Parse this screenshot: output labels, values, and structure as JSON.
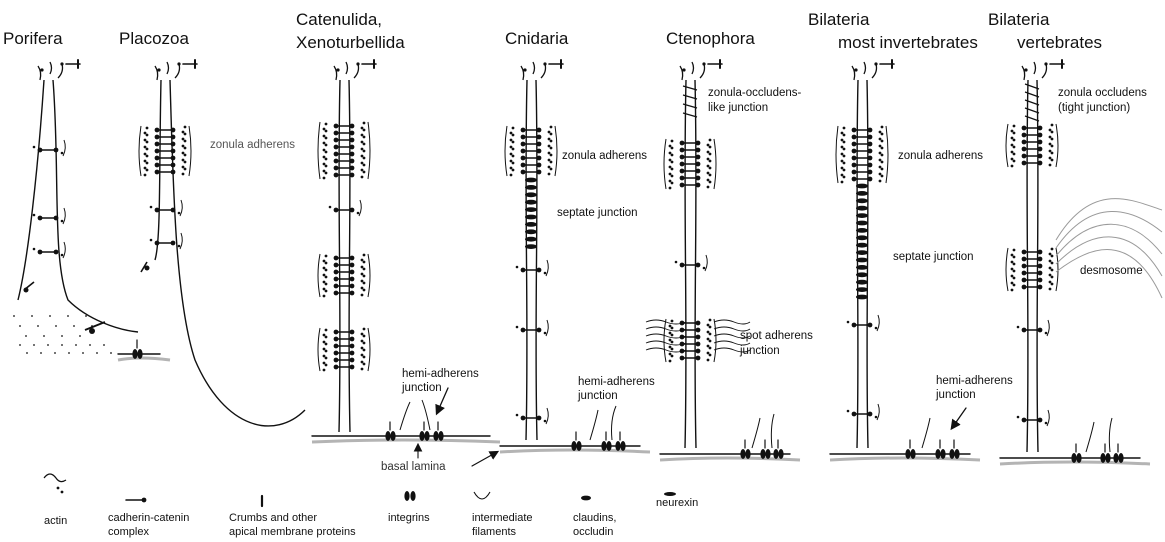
{
  "headers": {
    "porifera": "Porifera",
    "placozoa": "Placozoa",
    "catenulida_1": "Catenulida,",
    "catenulida_2": "Xenoturbellida",
    "cnidaria": "Cnidaria",
    "ctenophora": "Ctenophora",
    "bilat_inv_1": "Bilateria",
    "bilat_inv_2": "most invertebrates",
    "bilat_vert_1": "Bilateria",
    "bilat_vert_2": "vertebrates"
  },
  "labels": {
    "zonula_adherens": "zonula adherens",
    "septate_junction": "septate junction",
    "hemi_adherens_1": "hemi-adherens",
    "hemi_adherens_2": "junction",
    "basal_lamina": "basal lamina",
    "zo_like_1": "zonula-occludens-",
    "zo_like_2": "like junction",
    "spot_adherens_1": "spot adherens",
    "spot_adherens_2": "junction",
    "zo_tight_1": "zonula occludens",
    "zo_tight_2": "(tight junction)",
    "desmosome": "desmosome"
  },
  "legend": {
    "actin": "actin",
    "cadherin_1": "cadherin-catenin",
    "cadherin_2": "complex",
    "crumbs_1": "Crumbs and other",
    "crumbs_2": "apical membrane proteins",
    "integrins": "integrins",
    "if_1": "intermediate",
    "if_2": "filaments",
    "claudins_1": "claudins,",
    "claudins_2": "occludin",
    "neurexin": "neurexin"
  },
  "colors": {
    "ink": "#111111",
    "basal_lamina": "#b4b4b4",
    "desmosome_filament": "#9a9a9a"
  }
}
